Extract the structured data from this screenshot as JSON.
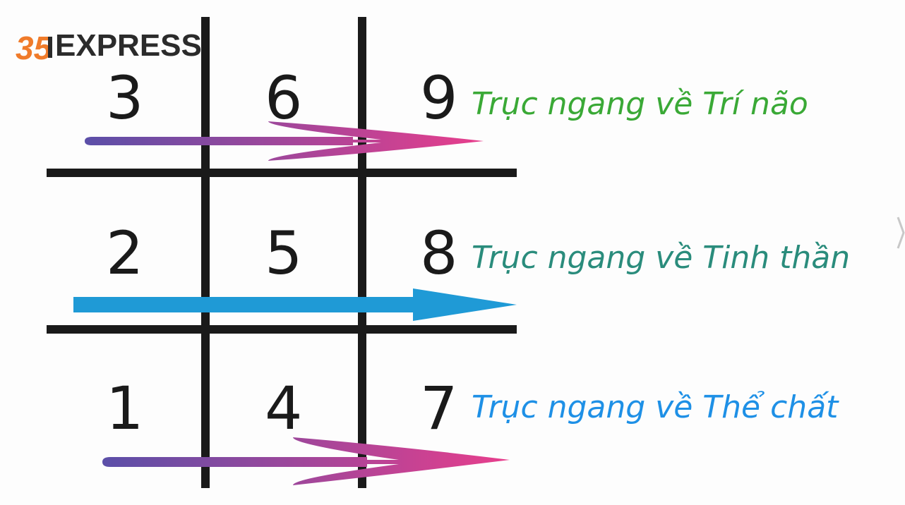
{
  "logo": {
    "number": "35",
    "text": "EXPRESS"
  },
  "grid": {
    "rows": [
      [
        "3",
        "6",
        "9"
      ],
      [
        "2",
        "5",
        "8"
      ],
      [
        "1",
        "4",
        "7"
      ]
    ]
  },
  "axes": [
    {
      "label": "Trục ngang về Trí não",
      "color": "#3aa936",
      "arrow_gradient": [
        "#5b4fa8",
        "#e83e8c"
      ]
    },
    {
      "label": "Trục ngang về Tinh thần",
      "color": "#2a8c7c",
      "arrow_color": "#1f9ad6"
    },
    {
      "label": "Trục ngang về Thể chất",
      "color": "#1e90e6",
      "arrow_gradient": [
        "#5b4fa8",
        "#e83e8c"
      ]
    }
  ],
  "icons": {
    "logo": "35express-logo",
    "next": "chevron-right-icon"
  }
}
